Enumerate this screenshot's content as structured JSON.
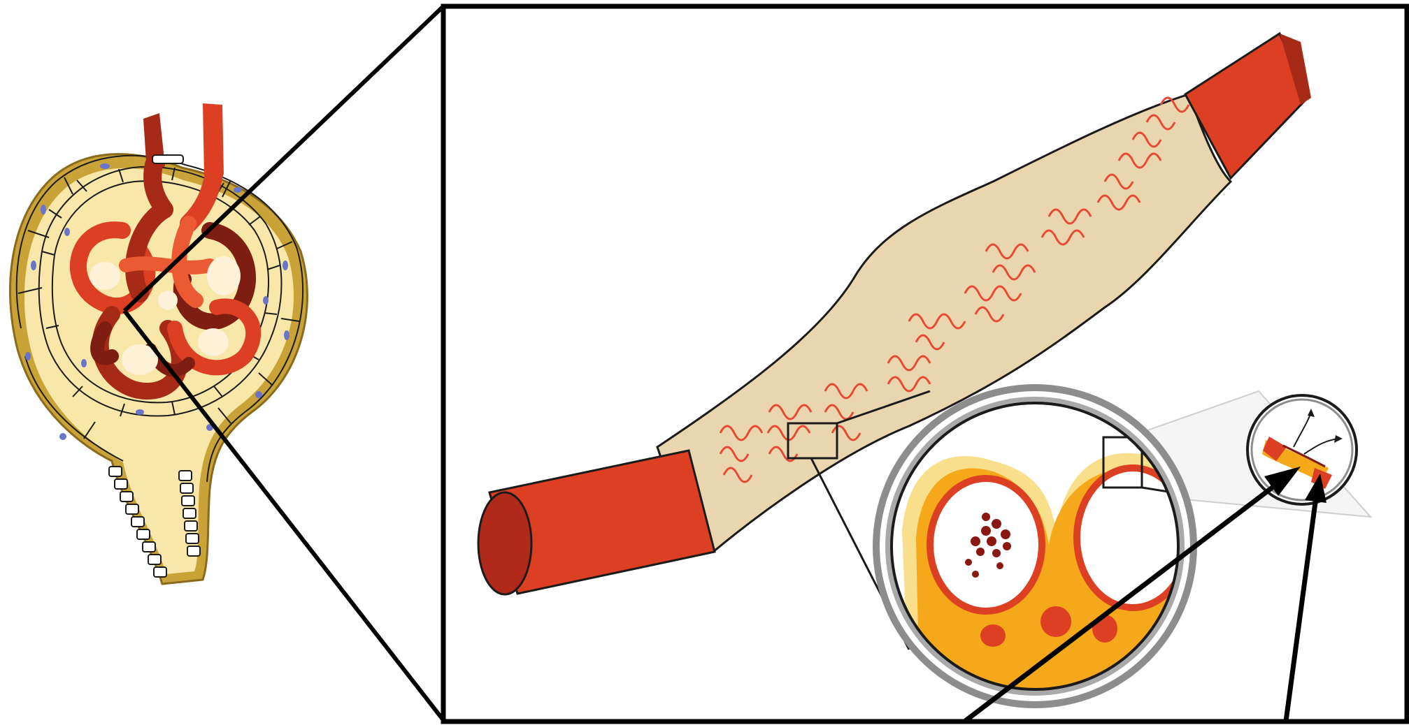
{
  "figure": {
    "colors": {
      "capsule_gold": "#c9a238",
      "capsule_cream": "#f8e7a8",
      "vessel_red": "#dd3f22",
      "vessel_dark": "#a72a17",
      "vessel_maroon": "#7e1d12",
      "vessel_light": "#ec5a34",
      "inner_cream": "#fdf1d8",
      "vessel_tan": "#e9d6ae",
      "fold_line": "#e64a35",
      "nucleus": "#6a74c9",
      "orange_layer": "#f5a819",
      "yellow_halo": "#f9df8c",
      "outline": "#111111",
      "grey_lens": "#8d8d8d"
    },
    "icons": [
      "glomerulus",
      "capillary-segment",
      "magnifier-lens",
      "small-magnifier-lens",
      "pointer-arrow"
    ]
  }
}
